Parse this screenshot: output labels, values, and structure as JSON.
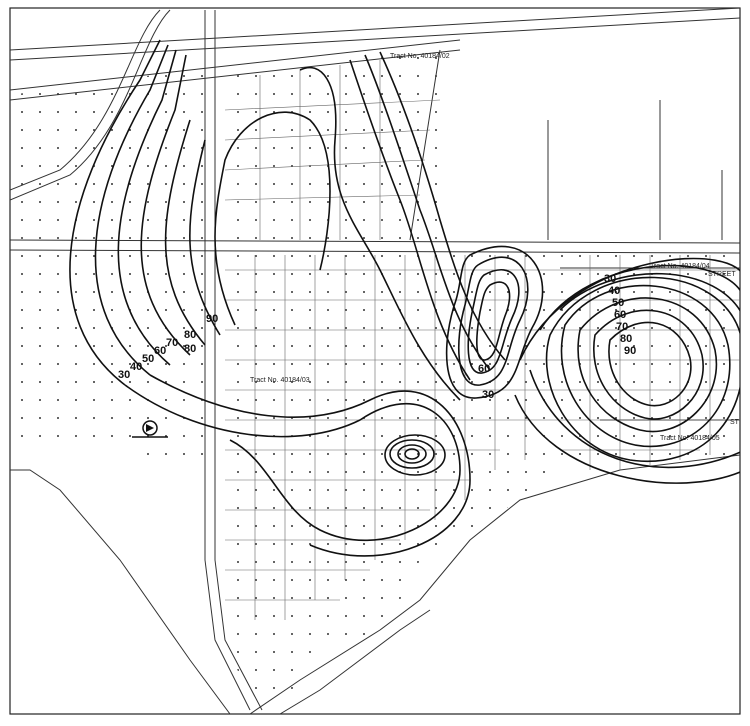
{
  "map": {
    "contour_labels": {
      "west": [
        "30",
        "40",
        "50",
        "60",
        "70",
        "80",
        "90"
      ],
      "east": [
        "30",
        "40",
        "50",
        "60",
        "70",
        "80",
        "90"
      ],
      "center_a": "60",
      "center_b": "30",
      "center_c": "80"
    },
    "tract_labels": {
      "north": "Tract No. 40184/02",
      "west": "Tract No. 40184/03",
      "east_top": "Tract No. 40184/04",
      "east_bottom": "Tract No. 40184/05"
    },
    "street_labels": {
      "east_top": "STREET",
      "east_mid": "ST"
    },
    "colors": {
      "ink": "#111111",
      "paper": "#ffffff"
    }
  }
}
